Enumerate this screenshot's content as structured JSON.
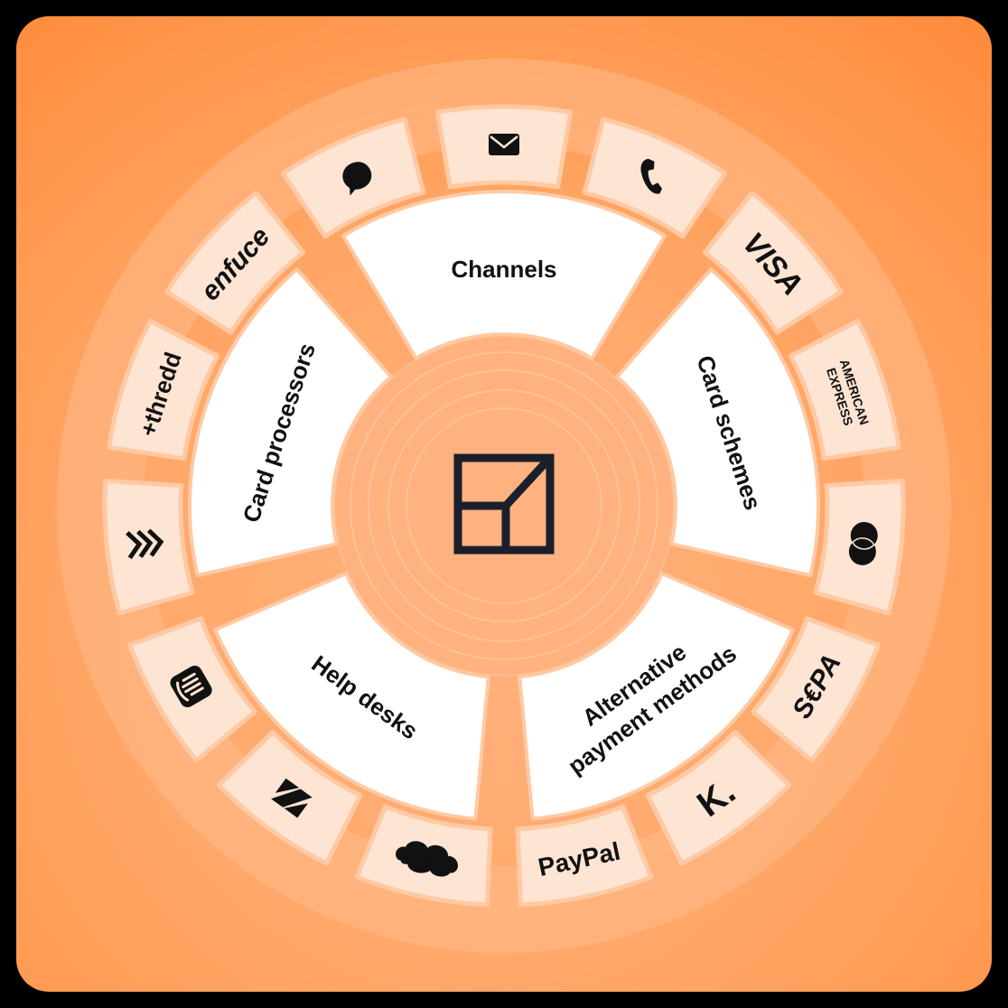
{
  "colors": {
    "background_frame": "#000000",
    "card_orange": "#ff9a52",
    "tile_fill": "#fde4d2",
    "tile_border": "#ffc7a0",
    "segment_fill": "#ffffff",
    "ink": "#1a1a1a"
  },
  "center": {
    "icon": "grid-logo-icon"
  },
  "segments": [
    {
      "id": "channels",
      "label": "Channels"
    },
    {
      "id": "card-schemes",
      "label": "Card schemes"
    },
    {
      "id": "apm",
      "label_line1": "Alternative",
      "label_line2": "payment methods"
    },
    {
      "id": "help-desks",
      "label": "Help desks"
    },
    {
      "id": "card-processors",
      "label": "Card processors"
    }
  ],
  "tiles": [
    {
      "name": "email-icon",
      "text": ""
    },
    {
      "name": "phone-icon",
      "text": ""
    },
    {
      "name": "visa-logo",
      "text": "VISA"
    },
    {
      "name": "amex-logo",
      "text": "AMERICAN EXPRESS"
    },
    {
      "name": "mastercard-icon",
      "text": ""
    },
    {
      "name": "sepa-logo",
      "text": "SEPA"
    },
    {
      "name": "klarna-logo",
      "text": "K."
    },
    {
      "name": "paypal-logo",
      "text": "PayPal"
    },
    {
      "name": "salesforce-logo",
      "text": "salesforce"
    },
    {
      "name": "zendesk-icon",
      "text": ""
    },
    {
      "name": "intercom-icon",
      "text": ""
    },
    {
      "name": "chevrons-icon",
      "text": ""
    },
    {
      "name": "thredd-logo",
      "text": "thredd"
    },
    {
      "name": "enfuce-logo",
      "text": "enfuce"
    },
    {
      "name": "chat-bubble-icon",
      "text": ""
    }
  ]
}
